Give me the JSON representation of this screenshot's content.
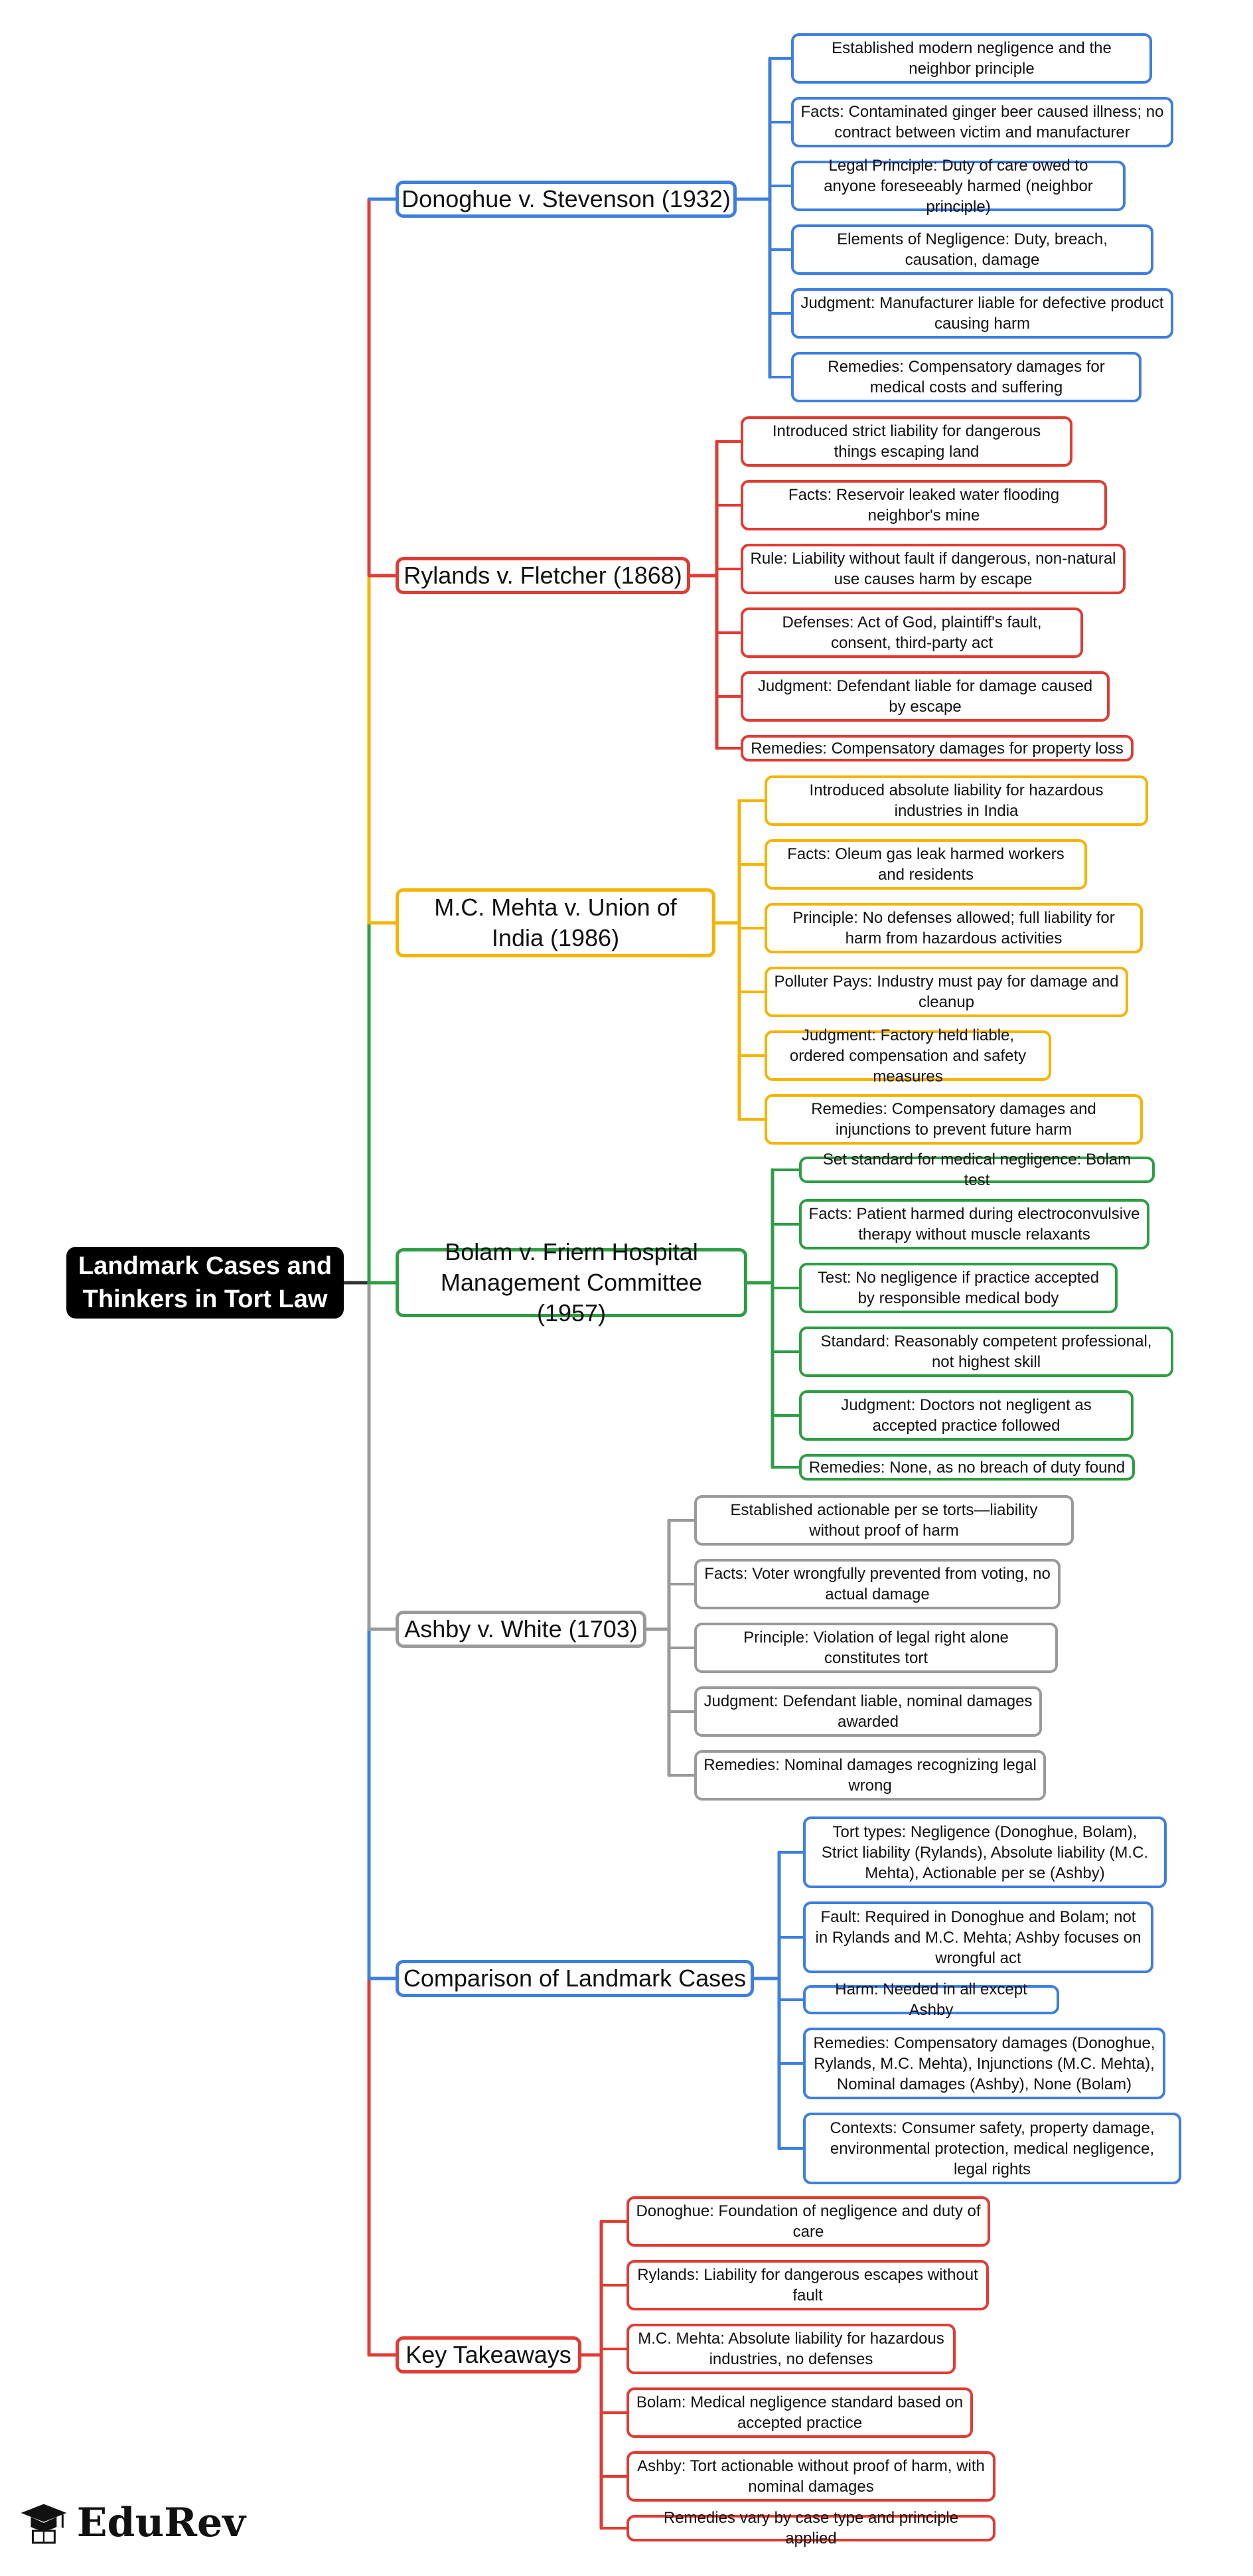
{
  "colors": {
    "blue": "#3d7fe0",
    "red": "#e23b33",
    "yellow": "#f6b400",
    "green": "#2e9e44",
    "gray": "#9a9a9a",
    "root_bg": "#000000"
  },
  "root": {
    "label": "Landmark Cases and Thinkers in Tort Law"
  },
  "branches": [
    {
      "label": "Donoghue v. Stevenson (1932)",
      "color": "blue",
      "leaves": [
        "Established modern negligence and the neighbor principle",
        "Facts: Contaminated ginger beer caused illness; no contract between victim and manufacturer",
        "Legal Principle: Duty of care owed to anyone foreseeably harmed (neighbor principle)",
        "Elements of Negligence: Duty, breach, causation, damage",
        "Judgment: Manufacturer liable for defective product causing harm",
        "Remedies: Compensatory damages for medical costs and suffering"
      ]
    },
    {
      "label": "Rylands v. Fletcher (1868)",
      "color": "red",
      "leaves": [
        "Introduced strict liability for dangerous things escaping land",
        "Facts: Reservoir leaked water flooding neighbor's mine",
        "Rule: Liability without fault if dangerous, non-natural use causes harm by escape",
        "Defenses: Act of God, plaintiff's fault, consent, third-party act",
        "Judgment: Defendant liable for damage caused by escape",
        "Remedies: Compensatory damages for property loss"
      ]
    },
    {
      "label": "M.C. Mehta v. Union of India (1986)",
      "color": "yellow",
      "leaves": [
        "Introduced absolute liability for hazardous industries in India",
        "Facts: Oleum gas leak harmed workers and residents",
        "Principle: No defenses allowed; full liability for harm from hazardous activities",
        "Polluter Pays: Industry must pay for damage and cleanup",
        "Judgment: Factory held liable, ordered compensation and safety measures",
        "Remedies: Compensatory damages and injunctions to prevent future harm"
      ]
    },
    {
      "label": "Bolam v. Friern Hospital Management Committee (1957)",
      "color": "green",
      "leaves": [
        "Set standard for medical negligence: Bolam test",
        "Facts: Patient harmed during electroconvulsive therapy without muscle relaxants",
        "Test: No negligence if practice accepted by responsible medical body",
        "Standard: Reasonably competent professional, not highest skill",
        "Judgment: Doctors not negligent as accepted practice followed",
        "Remedies: None, as no breach of duty found"
      ]
    },
    {
      "label": "Ashby v. White (1703)",
      "color": "gray",
      "leaves": [
        "Established actionable per se torts—liability without proof of harm",
        "Facts: Voter wrongfully prevented from voting, no actual damage",
        "Principle: Violation of legal right alone constitutes tort",
        "Judgment: Defendant liable, nominal damages awarded",
        "Remedies: Nominal damages recognizing legal wrong"
      ]
    },
    {
      "label": "Comparison of Landmark Cases",
      "color": "blue",
      "leaves": [
        "Tort types: Negligence (Donoghue, Bolam), Strict liability (Rylands), Absolute liability (M.C. Mehta), Actionable per se (Ashby)",
        "Fault: Required in Donoghue and Bolam; not in Rylands and M.C. Mehta; Ashby focuses on wrongful act",
        "Harm: Needed in all except Ashby",
        "Remedies: Compensatory damages (Donoghue, Rylands, M.C. Mehta), Injunctions (M.C. Mehta), Nominal damages (Ashby), None (Bolam)",
        "Contexts: Consumer safety, property damage, environmental protection, medical negligence, legal rights"
      ]
    },
    {
      "label": "Key Takeaways",
      "color": "red",
      "leaves": [
        "Donoghue: Foundation of negligence and duty of care",
        "Rylands: Liability for dangerous escapes without fault",
        "M.C. Mehta: Absolute liability for hazardous industries, no defenses",
        "Bolam: Medical negligence standard based on accepted practice",
        "Ashby: Tort actionable without proof of harm, with nominal damages",
        "Remedies vary by case type and principle applied"
      ]
    }
  ],
  "brand": {
    "name": "EduRev",
    "icon": "graduation-cap-icon"
  }
}
